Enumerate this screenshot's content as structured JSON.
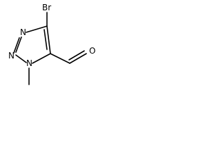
{
  "molecule": {
    "atoms": {
      "bromine": "Br",
      "nitrogen_3": "N",
      "nitrogen_2": "N",
      "nitrogen_1": "N",
      "oxygen": "O"
    },
    "colors": {
      "bond": "#000000",
      "label": "#000000",
      "background": "#ffffff"
    }
  }
}
